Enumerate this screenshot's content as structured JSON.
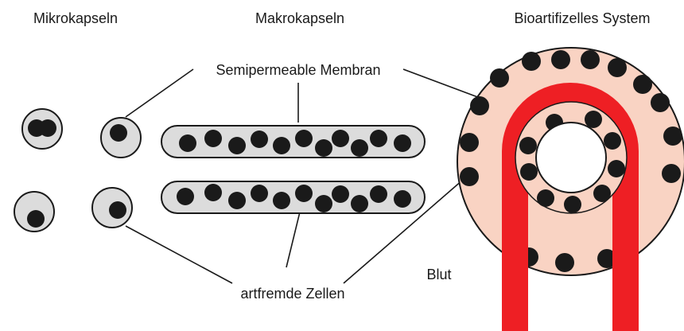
{
  "headings": {
    "micro": "Mikrokapseln",
    "macro": "Makrokapseln",
    "bio": "Bioartifizelles System"
  },
  "labels": {
    "membrane": "Semipermeable Membran",
    "cells": "artfremde Zellen",
    "blood": "Blut"
  },
  "colors": {
    "capsule_fill": "#dcdcdc",
    "cell": "#1a1a1a",
    "outline": "#1a1a1a",
    "ring_fill": "#f9d3c3",
    "blood": "#ee1f24"
  }
}
